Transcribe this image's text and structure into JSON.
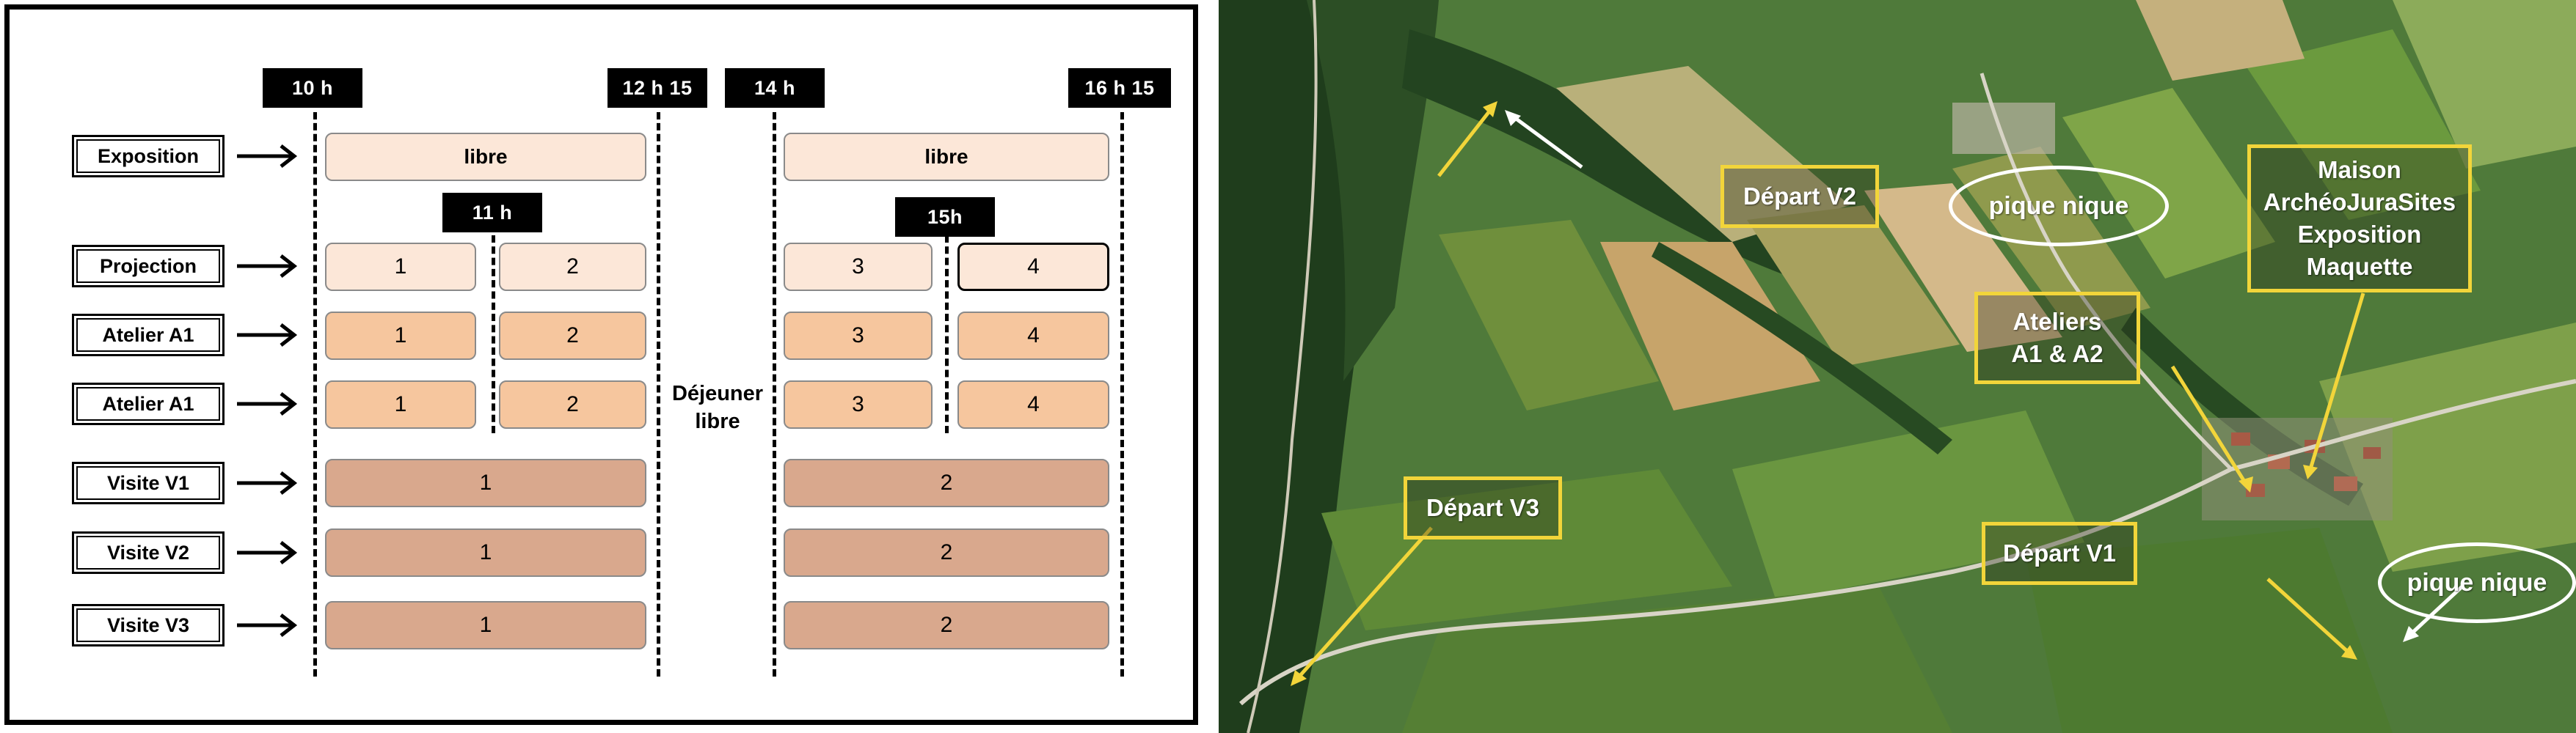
{
  "schedule": {
    "times": {
      "t1": "10 h",
      "t2": "12 h 15",
      "t3": "14 h",
      "t4": "16 h 15",
      "t5": "11 h",
      "t6": "15h"
    },
    "lunch": [
      "Déjeuner",
      "libre"
    ],
    "rows": [
      {
        "label": "Exposition",
        "morning": [
          "libre"
        ],
        "afternoon": [
          "libre"
        ]
      },
      {
        "label": "Projection",
        "morning": [
          "1",
          "2"
        ],
        "afternoon": [
          "3",
          "4"
        ]
      },
      {
        "label": "Atelier A1",
        "morning": [
          "1",
          "2"
        ],
        "afternoon": [
          "3",
          "4"
        ]
      },
      {
        "label": "Atelier A1",
        "morning": [
          "1",
          "2"
        ],
        "afternoon": [
          "3",
          "4"
        ]
      },
      {
        "label": "Visite V1",
        "morning": [
          "1"
        ],
        "afternoon": [
          "2"
        ]
      },
      {
        "label": "Visite V2",
        "morning": [
          "1"
        ],
        "afternoon": [
          "2"
        ]
      },
      {
        "label": "Visite V3",
        "morning": [
          "1"
        ],
        "afternoon": [
          "2"
        ]
      }
    ]
  },
  "map": {
    "labels": {
      "depart_v2": "Départ V2",
      "pique_nique_1": "pique nique",
      "maison": [
        "Maison",
        "ArchéoJuraSites",
        "Exposition",
        "Maquette"
      ],
      "ateliers": [
        "Ateliers",
        "A1 & A2"
      ],
      "depart_v3": "Départ V3",
      "depart_v1": "Départ V1",
      "pique_nique_2": "pique nique"
    },
    "colors": {
      "label_border": "#f2d53a",
      "arrow": "#f2d53a",
      "oval": "#ffffff"
    }
  }
}
